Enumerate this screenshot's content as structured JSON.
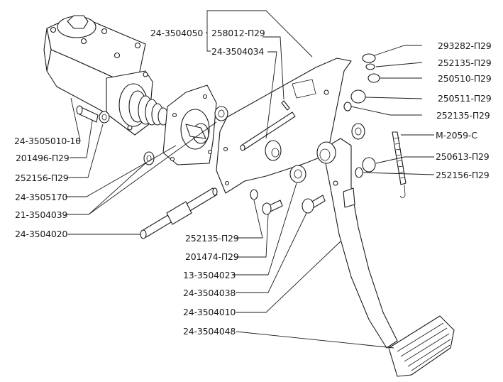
{
  "title": "Brake pedal and master cylinder assembly — exploded view",
  "labels": {
    "l_24_3504050": "24-3504050",
    "l_258012": "258012-П29",
    "l_24_3504034": "24-3504034",
    "l_293282": "293282-П29",
    "l_252135_a": "252135-П29",
    "l_250510": "250510-П29",
    "l_250511": "250511-П29",
    "l_252135_b": "252135-П29",
    "l_M2059": "М-2059-С",
    "l_250613": "250613-П29",
    "l_252156_r": "252156-П29",
    "l_24_3505010": "24-3505010-10",
    "l_201496": "201496-П29",
    "l_252156_l": "252156-П29",
    "l_24_3505170": "24-3505170",
    "l_21_3504039": "21-3504039",
    "l_24_3504020": "24-3504020",
    "l_252135_c": "252135-П29",
    "l_201474": "201474-П29",
    "l_13_3504023": "13-3504023",
    "l_24_3504038": "24-3504038",
    "l_24_3504010": "24-3504010",
    "l_24_3504048": "24-3504048"
  },
  "parts": {
    "master_cylinder": "master-cylinder",
    "bracket": "pedal-bracket",
    "pedal": "brake-pedal",
    "spring": "return-spring",
    "pedal_pad": "pedal-pad",
    "axle": "pedal-axle",
    "flange": "cylinder-flange",
    "pushrod": "pushrod"
  }
}
